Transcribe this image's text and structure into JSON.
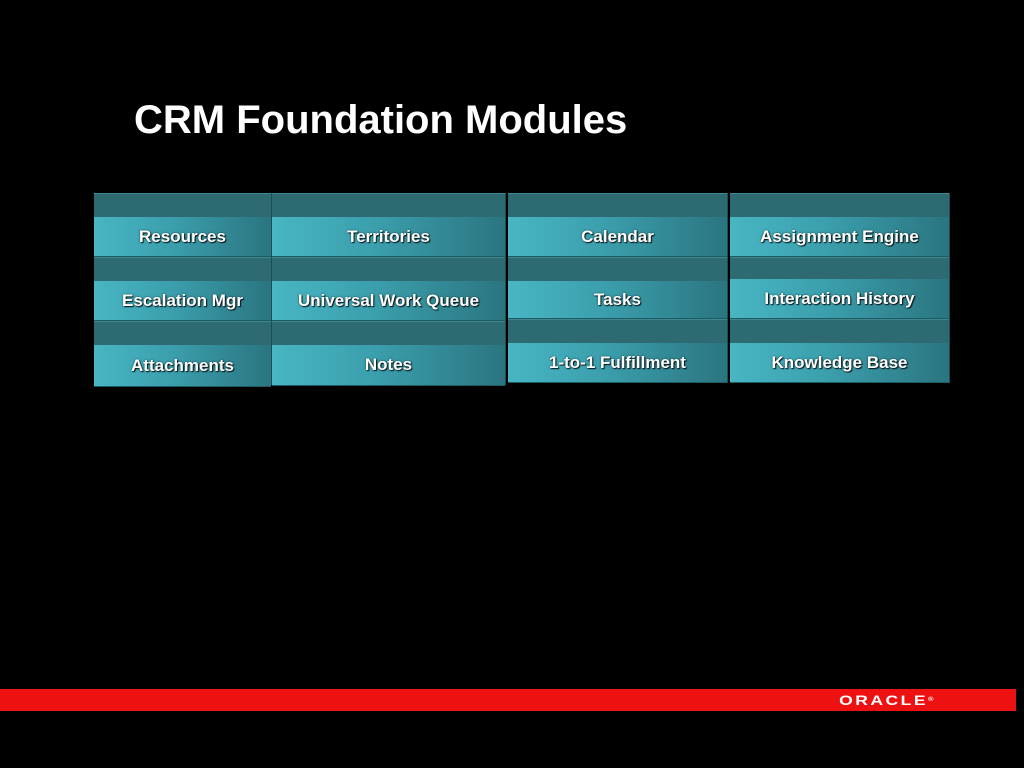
{
  "slide": {
    "title": "CRM Foundation Modules"
  },
  "modules": {
    "columns": [
      {
        "tiles": [
          "Resources",
          "Escalation Mgr",
          "Attachments"
        ]
      },
      {
        "tiles": [
          "Territories",
          "Universal Work Queue",
          "Notes"
        ]
      },
      {
        "tiles": [
          "Calendar",
          "Tasks",
          "1-to-1 Fulfillment"
        ]
      },
      {
        "tiles": [
          "Assignment Engine",
          "Interaction History",
          "Knowledge Base"
        ]
      }
    ]
  },
  "footer": {
    "logo_text": "ORACLE",
    "logo_mark": "®"
  },
  "colors": {
    "background": "#000000",
    "tile_face": "#48b6c4",
    "tile_strip": "#2d6a72",
    "footer_bar": "#ee1111",
    "text": "#ffffff"
  }
}
